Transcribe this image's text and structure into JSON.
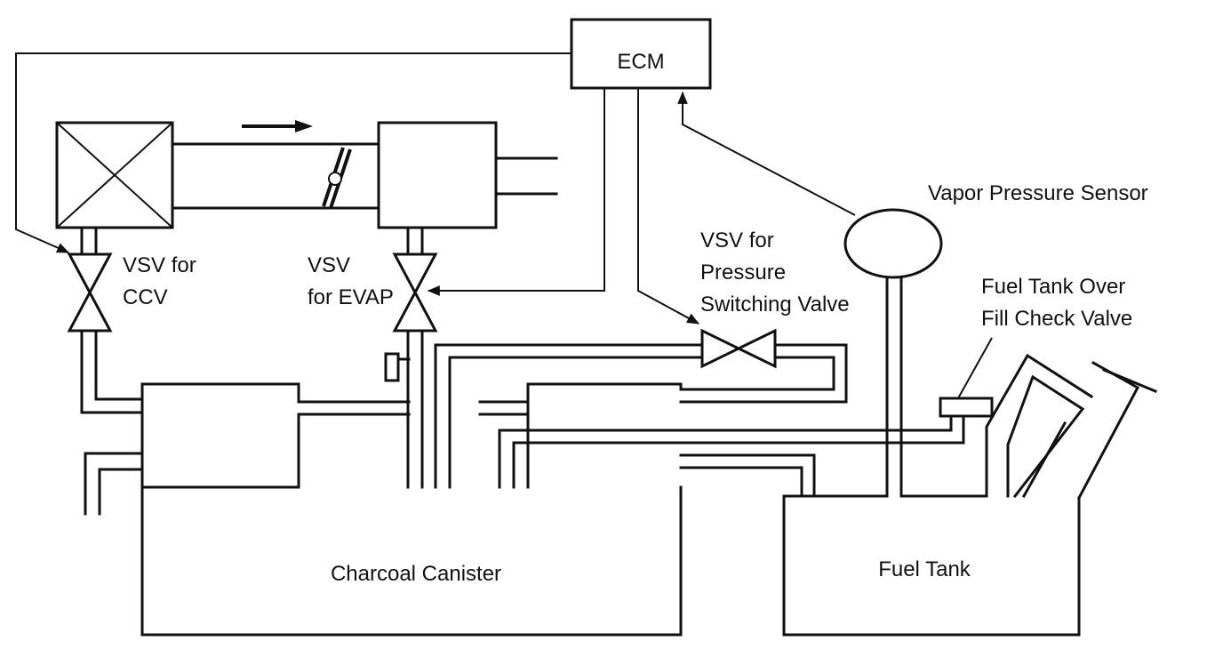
{
  "labels": {
    "ecm": "ECM",
    "vapor_pressure_sensor": "Vapor Pressure Sensor",
    "vsv_ccv_line1": "VSV for",
    "vsv_ccv_line2": "CCV",
    "vsv_evap_line1": "VSV",
    "vsv_evap_line2": "for EVAP",
    "vsv_psv_line1": "VSV for",
    "vsv_psv_line2": "Pressure",
    "vsv_psv_line3": "Switching Valve",
    "fill_check_line1": "Fuel Tank Over",
    "fill_check_line2": "Fill Check Valve",
    "charcoal_canister": "Charcoal Canister",
    "fuel_tank": "Fuel Tank"
  },
  "colors": {
    "line": "#111111",
    "background": "#ffffff"
  }
}
